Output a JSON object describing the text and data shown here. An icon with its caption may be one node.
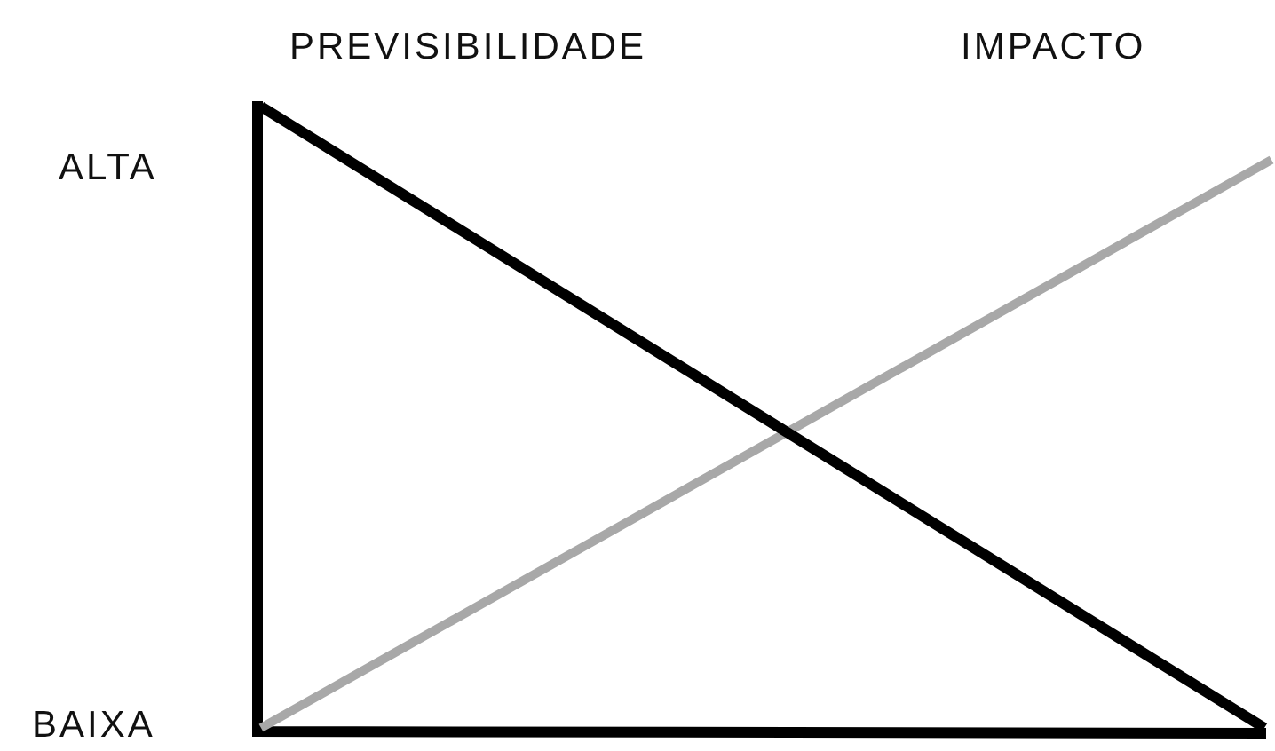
{
  "diagram": {
    "labels": [
      "PREVISIBILIDADE",
      "IMPACTO",
      "ALTA",
      "BAIXA"
    ]
  }
}
